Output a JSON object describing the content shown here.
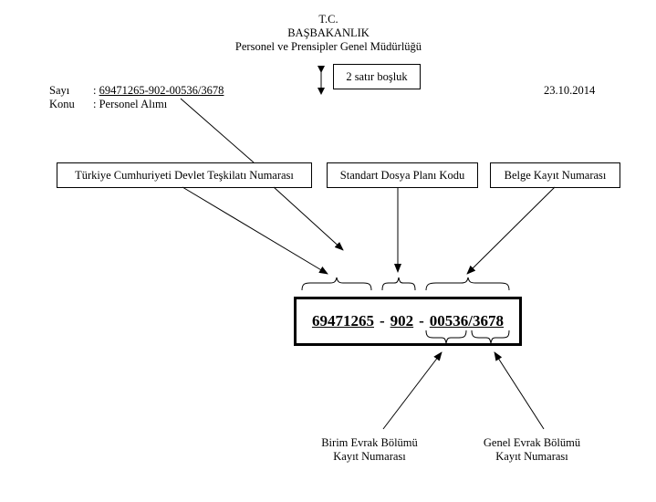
{
  "header": {
    "line1": "T.C.",
    "line2": "BAŞBAKANLIK",
    "line3": "Personel ve Prensipler Genel Müdürlüğü"
  },
  "spacing_note": "2 satır boşluk",
  "meta": {
    "sayi_label": "Sayı",
    "sayi_value": ": 69471265-902-00536/3678",
    "sayi_colon": ": ",
    "sayi_number": "69471265-902-00536/3678",
    "konu_label": "Konu",
    "konu_value": ": Personel Alımı",
    "date": "23.10.2014"
  },
  "labels": {
    "teskilat": "Türkiye Cumhuriyeti Devlet Teşkilatı Numarası",
    "dosya": "Standart Dosya Planı Kodu",
    "belge": "Belge Kayıt Numarası"
  },
  "code": {
    "part1": "69471265",
    "sep1": "-",
    "part2": "902",
    "sep2": "-",
    "part3": "00536/3678"
  },
  "captions": {
    "birim_line1": "Birim Evrak Bölümü",
    "birim_line2": "Kayıt Numarası",
    "genel_line1": "Genel Evrak Bölümü",
    "genel_line2": "Kayıt Numarası"
  }
}
